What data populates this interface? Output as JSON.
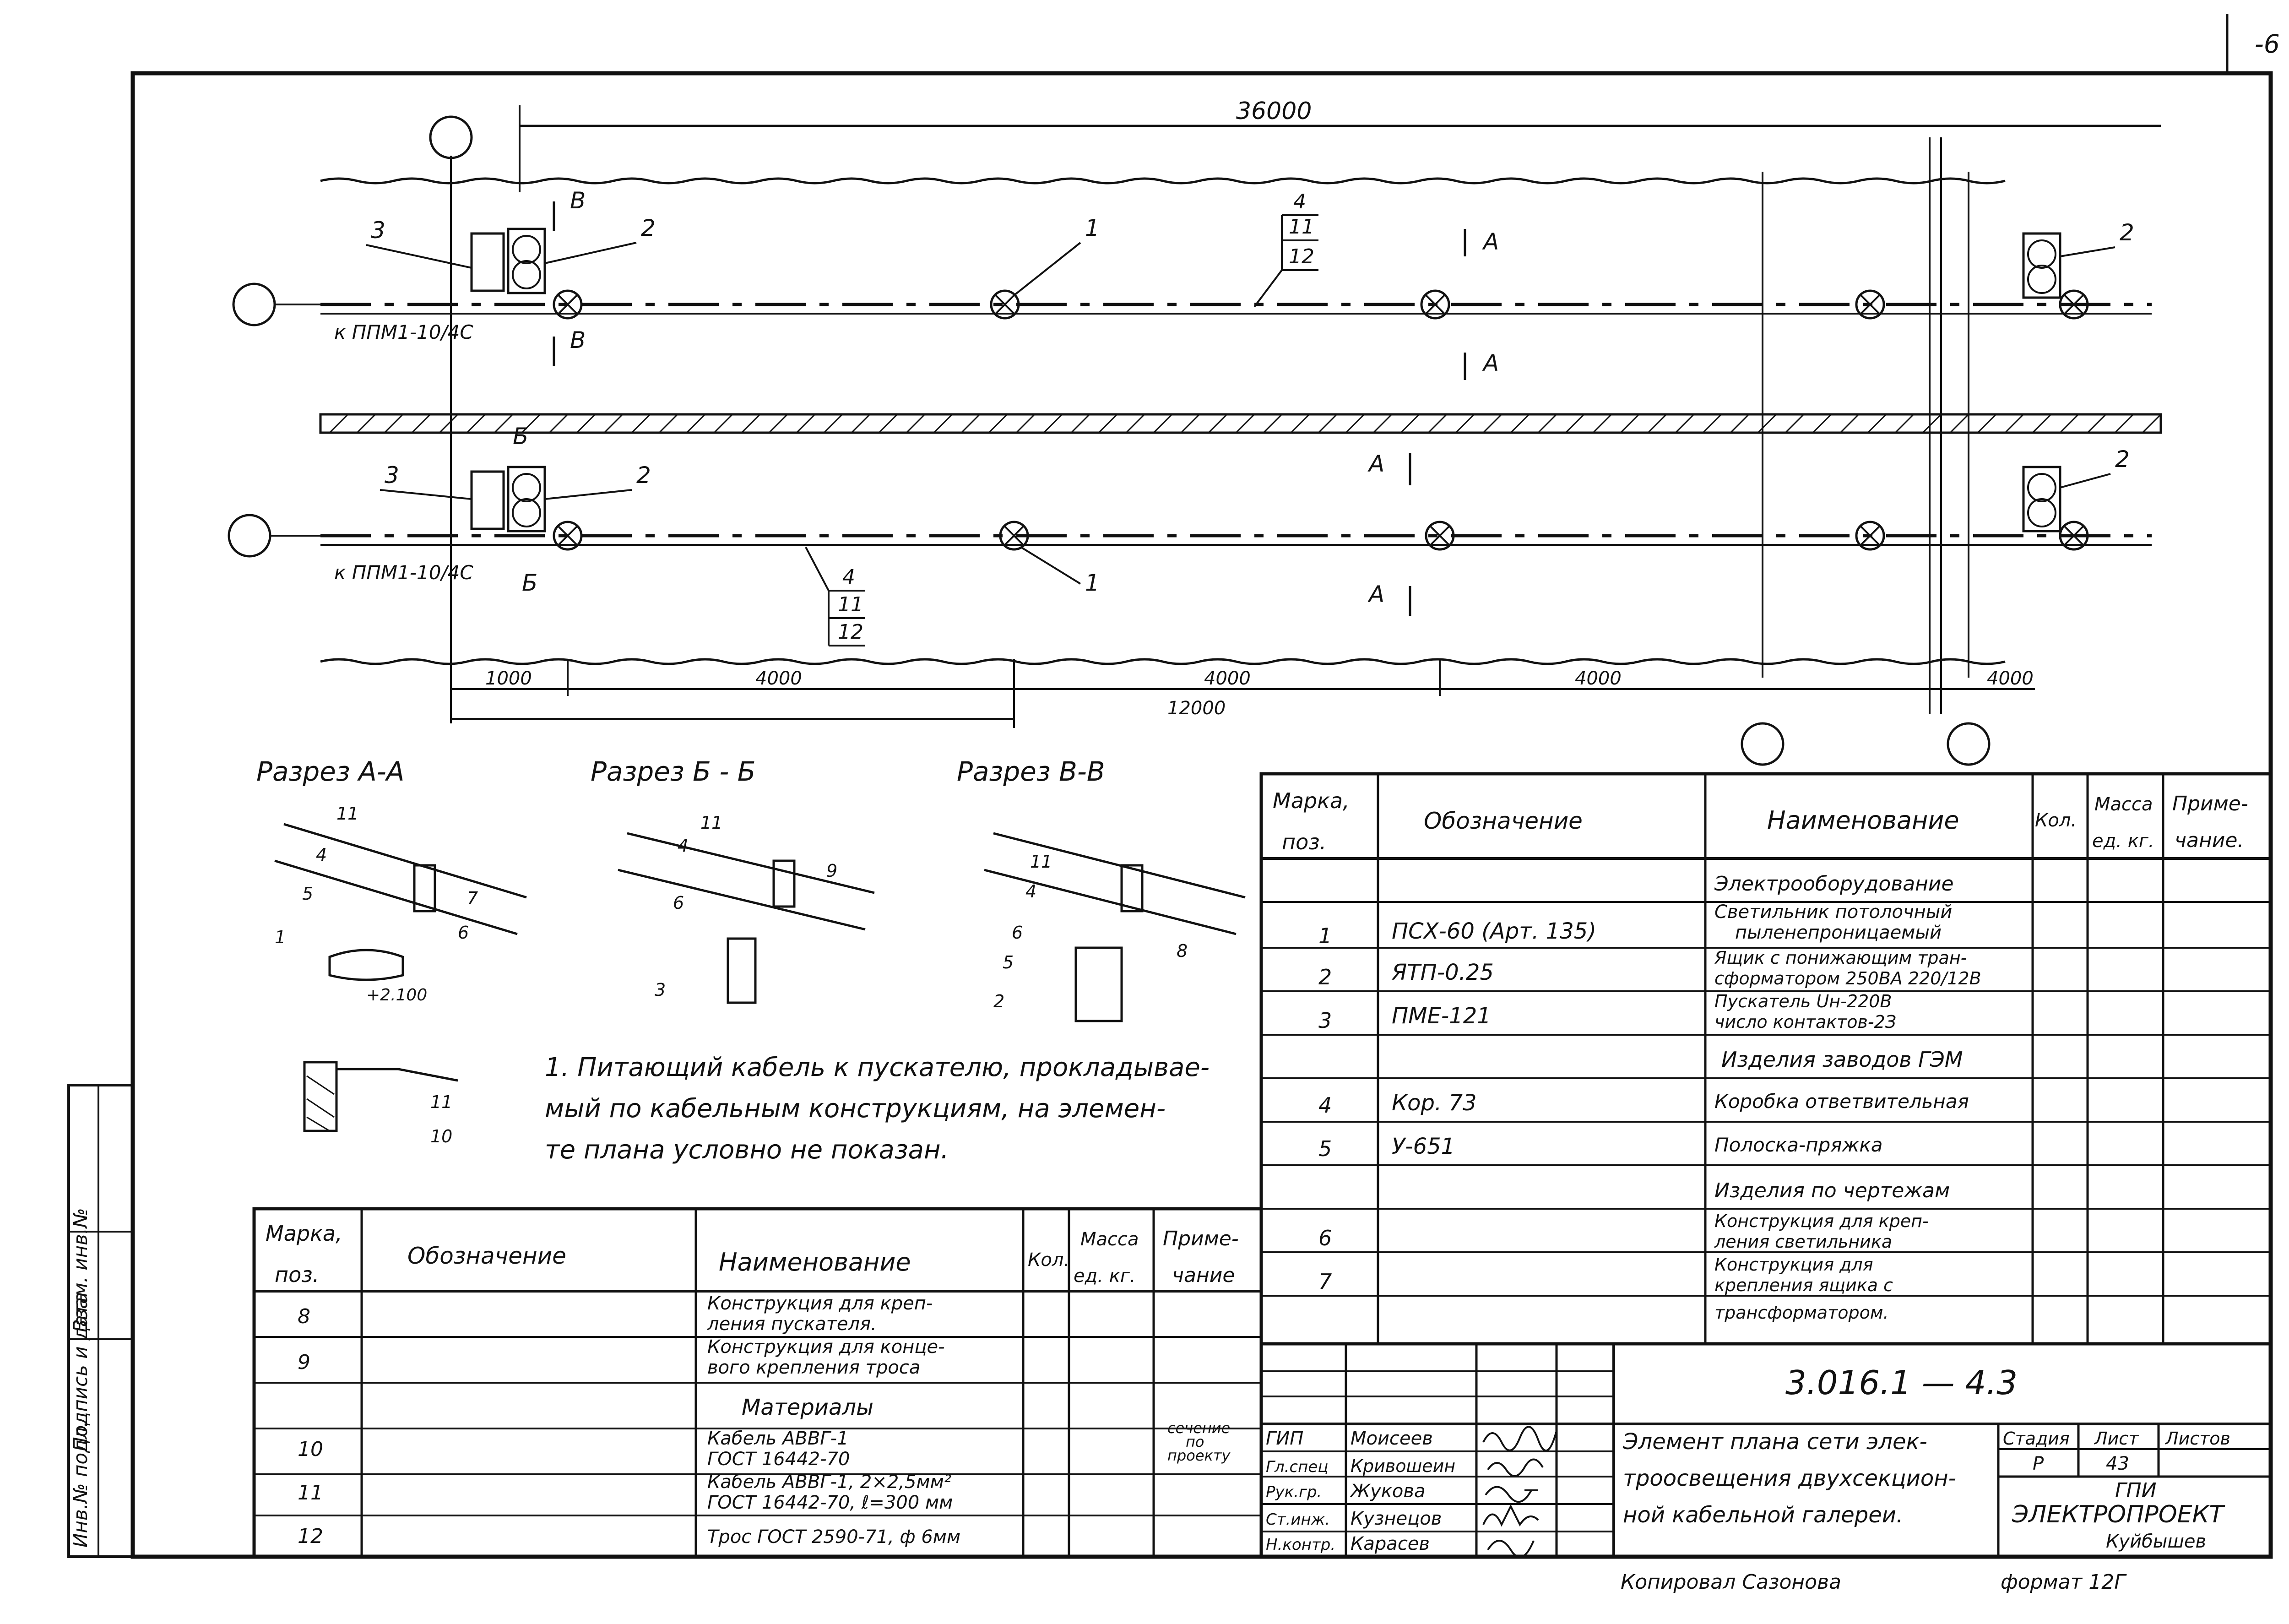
{
  "corner_mark": "-6",
  "plan": {
    "overall_dim": "36000",
    "dims_bottom": [
      "1000",
      "4000",
      "4000",
      "4000",
      "4000"
    ],
    "dim_total": "12000",
    "feed_label": "к ППМ1-10/4С",
    "section_marks": {
      "a": "А",
      "b": "Б",
      "v": "В"
    },
    "callout_stack": [
      "4",
      "11",
      "12"
    ],
    "pos_labels": {
      "fixture": "1",
      "transformer": "2",
      "starter": "3"
    }
  },
  "sections": {
    "aa": {
      "title": "Разрез А-А",
      "labels": [
        "11",
        "4",
        "5",
        "1",
        "7",
        "6"
      ],
      "elevation": "+2.100"
    },
    "bb": {
      "title": "Разрез Б - Б",
      "labels": [
        "11",
        "4",
        "6",
        "9",
        "3"
      ]
    },
    "vv": {
      "title": "Разрез В-В",
      "labels": [
        "11",
        "4",
        "6",
        "5",
        "2",
        "8"
      ]
    },
    "detail": {
      "labels": [
        "11",
        "10"
      ]
    }
  },
  "note": {
    "lines": [
      "1. Питающий кабель к пускателю, прокладывае-",
      "мый по кабельным конструкциям, на элемен-",
      "те плана условно не показан."
    ]
  },
  "spec_left": {
    "headers": {
      "mark1": "Марка,",
      "mark2": "поз.",
      "designation": "Обозначение",
      "name": "Наименование",
      "qty": "Кол.",
      "mass1": "Масса",
      "mass2": "ед. кг.",
      "note1": "Приме-",
      "note2": "чание"
    },
    "rows": [
      {
        "pos": "8",
        "designation": "",
        "name": [
          "Конструкция для креп-",
          "ления пускателя."
        ],
        "note": []
      },
      {
        "pos": "9",
        "designation": "",
        "name": [
          "Конструкция для конце-",
          "вого крепления троса"
        ],
        "note": []
      },
      {
        "pos": "",
        "designation": "",
        "name": [
          "Материалы"
        ],
        "note": []
      },
      {
        "pos": "10",
        "designation": "",
        "name": [
          "Кабель АВВГ-1",
          "ГОСТ 16442-70"
        ],
        "note": [
          "сечение",
          "по",
          "проекту"
        ]
      },
      {
        "pos": "11",
        "designation": "",
        "name": [
          "Кабель АВВГ-1, 2×2,5мм²",
          "ГОСТ 16442-70, ℓ=300 мм"
        ],
        "note": []
      },
      {
        "pos": "12",
        "designation": "",
        "name": [
          "Трос ГОСТ 2590-71, ф 6мм"
        ],
        "note": []
      }
    ]
  },
  "spec_right": {
    "headers": {
      "mark1": "Марка,",
      "mark2": "поз.",
      "designation": "Обозначение",
      "name": "Наименование",
      "qty": "Кол.",
      "mass1": "Масса",
      "mass2": "ед. кг.",
      "note1": "Приме-",
      "note2": "чание."
    },
    "rows": [
      {
        "pos": "",
        "designation": "",
        "name": [
          "Электрооборудование"
        ]
      },
      {
        "pos": "1",
        "designation": "ПСХ-60 (Арт. 135)",
        "name": [
          "Светильник потолочный",
          "пыленепроницаемый"
        ]
      },
      {
        "pos": "2",
        "designation": "ЯТП-0.25",
        "name": [
          "Ящик с понижающим тран-",
          "сформатором 250ВА 220/12В"
        ]
      },
      {
        "pos": "3",
        "designation": "ПМЕ-121",
        "name": [
          "Пускатель Uн-220В",
          "число контактов-2З"
        ]
      },
      {
        "pos": "",
        "designation": "",
        "name": [
          "Изделия заводов ГЭМ"
        ]
      },
      {
        "pos": "4",
        "designation": "Кор. 73",
        "name": [
          "Коробка ответвительная"
        ]
      },
      {
        "pos": "5",
        "designation": "У-651",
        "name": [
          "Полоска-пряжка"
        ]
      },
      {
        "pos": "",
        "designation": "",
        "name": [
          "Изделия по чертежам"
        ]
      },
      {
        "pos": "6",
        "designation": "",
        "name": [
          "Конструкция для креп-",
          "ления светильника"
        ]
      },
      {
        "pos": "7",
        "designation": "",
        "name": [
          "Конструкция для",
          "крепления ящика с",
          "трансформатором."
        ]
      }
    ]
  },
  "title_block": {
    "doc_number": "3.016.1 — 4.3",
    "title": [
      "Элемент плана сети элек-",
      "троосвещения двухсекцион-",
      "ной кабельной галереи."
    ],
    "stage_label": "Стадия",
    "sheet_label": "Лист",
    "sheets_label": "Листов",
    "stage": "Р",
    "sheet": "43",
    "org": [
      "ГПИ",
      "ЭЛЕКТРОПРОЕКТ",
      "Куйбышев"
    ],
    "signers": [
      {
        "role": "ГИП",
        "name": "Моисеев"
      },
      {
        "role": "Гл.спец",
        "name": "Кривошеин"
      },
      {
        "role": "Рук.гр.",
        "name": "Жукова"
      },
      {
        "role": "Ст.инж.",
        "name": "Кузнецов"
      },
      {
        "role": "Н.контр.",
        "name": "Карасев"
      }
    ],
    "copied": "Копировал Сазонова",
    "format": "формат 12Г"
  },
  "side_stamp": [
    "Инв.№ подл.",
    "Подпись и дата",
    "Взам. инв.№"
  ]
}
